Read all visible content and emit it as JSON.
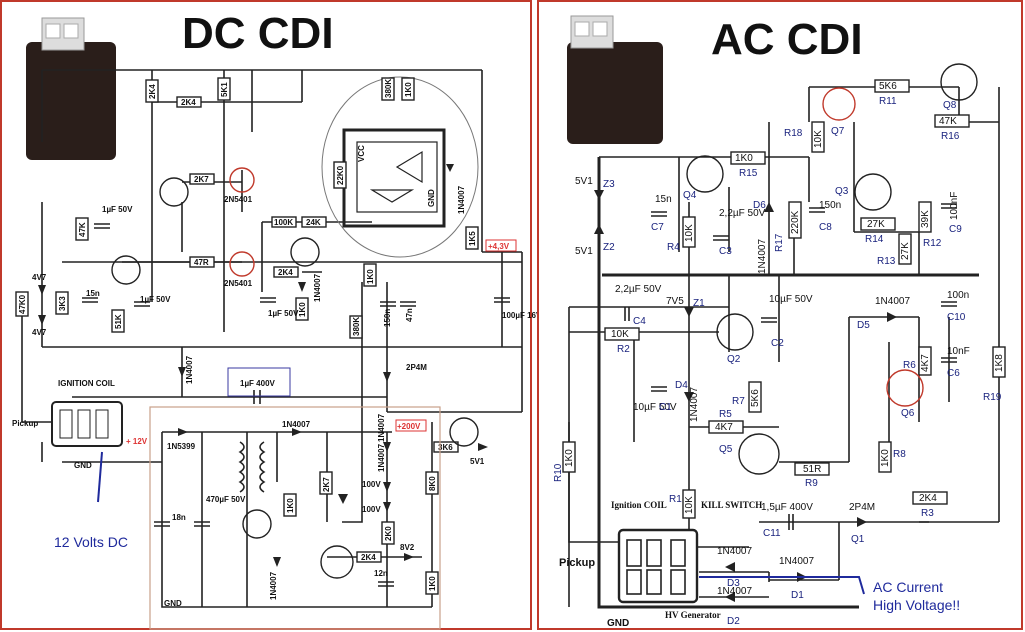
{
  "left": {
    "title": "DC CDI",
    "note": "12 Volts DC",
    "labels": {
      "ignition_coil": "IGNITION COIL",
      "pickup": "Pickup",
      "gnd": "GND",
      "plus12v": "+ 12V",
      "v43": "+4,3V",
      "v200": "+200V",
      "cap_main": "1µF 400V",
      "ic": "2P4M",
      "gnd2": "GND",
      "vcc": "VCC",
      "gnd_ic": "GND"
    },
    "resistors": [
      "2K4",
      "2K4",
      "5K1",
      "2K7",
      "47R",
      "100K",
      "24K",
      "2K4",
      "1K0",
      "3K3",
      "47K",
      "51K",
      "380K",
      "1K0",
      "22K0",
      "1K0",
      "380K",
      "1K5",
      "3K6",
      "2K7",
      "2K4",
      "8K0",
      "2K0",
      "1K0",
      "47K0",
      "1K0"
    ],
    "components": {
      "t1": "2N5401",
      "t2": "2N5401",
      "d1": "1N4007",
      "d2": "1N4007",
      "d3": "1N5399",
      "d4": "1N4007",
      "d5": "1N4007",
      "z1": "4V7",
      "z2": "4V7",
      "z3": "5V1",
      "z4": "100V",
      "z5": "100V",
      "z6": "8V2",
      "c1": "1µF 50V",
      "c2": "15n",
      "c3": "1µF 50V",
      "c4": "1µF 50V",
      "c5": "150n",
      "c6": "47n",
      "c7": "100µF 16V",
      "c8": "18n",
      "c9": "470µF 50V",
      "c10": "12n",
      "d6": "1N4007",
      "d7": "1N4007",
      "d8": "1N4007"
    }
  },
  "right": {
    "title": "AC CDI",
    "note_line1": "AC Current",
    "note_line2": "High Voltage!!",
    "labels": {
      "ignition_coil": "Ignition COIL",
      "pickup": "Pickup",
      "gnd": "GND",
      "kill_switch": "KILL SWITCH",
      "hv_generator": "HV Generator"
    },
    "parts": {
      "r11": "5K6",
      "r11n": "R11",
      "r16": "47K",
      "r16n": "R16",
      "r18": "10K",
      "r18n": "R18",
      "r15": "1K0",
      "r15n": "R15",
      "q7": "Q7",
      "q8": "Q8",
      "q4": "Q4",
      "q3": "Q3",
      "z3": "Z3",
      "z3v": "5V1",
      "z2": "Z2",
      "z2v": "5V1",
      "c7": "C7",
      "c7v": "15n",
      "c3": "C3",
      "c3v": "2,2µF 50V",
      "r4": "R4",
      "r4v": "10K",
      "d6": "D6",
      "d6v": "1N4007",
      "r17": "R17",
      "r17v": "220K",
      "c8": "C8",
      "c8v": "150n",
      "r14": "R14",
      "r14v": "27K",
      "r12": "R12",
      "r12v": "39K",
      "c9": "C9",
      "c9v": "100nF",
      "r13": "R13",
      "r13v": "27K",
      "c4": "C4",
      "c4v": "2,2µF 50V",
      "r2": "R2",
      "r2v": "10K",
      "z1": "Z1",
      "z1v": "7V5",
      "c2": "C2",
      "c2v": "10µF 50V",
      "q2": "Q2",
      "d5": "D5",
      "d5v": "1N4007",
      "c10": "C10",
      "c10v": "100n",
      "c6": "C6",
      "c6v": "10nF",
      "r6": "R6",
      "r6v": "4K7",
      "q6": "Q6",
      "r19": "R19",
      "r19v": "1K8",
      "d4": "D4",
      "d4v": "1N4007",
      "c1": "C1",
      "c1v": "10µF 50V",
      "r7": "R7",
      "r7v": "5K6",
      "r5": "R5",
      "r5v": "4K7",
      "q5": "Q5",
      "r10": "R10",
      "r10v": "1K0",
      "r9": "R9",
      "r9v": "51R",
      "r8": "R8",
      "r8v": "1K0",
      "r1": "R1",
      "r1v": "10K",
      "c11": "C11",
      "c11v": "1,5µF 400V",
      "q1": "Q1",
      "q1v": "2P4M",
      "r3": "R3",
      "r3v": "2K4",
      "d3": "D3",
      "d3v": "1N4007",
      "d1": "D1",
      "d1v": "1N4007",
      "d2": "D2",
      "d2v": "1N4007"
    }
  },
  "colors": {
    "border": "#c0392b",
    "note": "#1f2a9c",
    "box_red": "#dd3333",
    "box_blue": "#3a3aa0"
  }
}
